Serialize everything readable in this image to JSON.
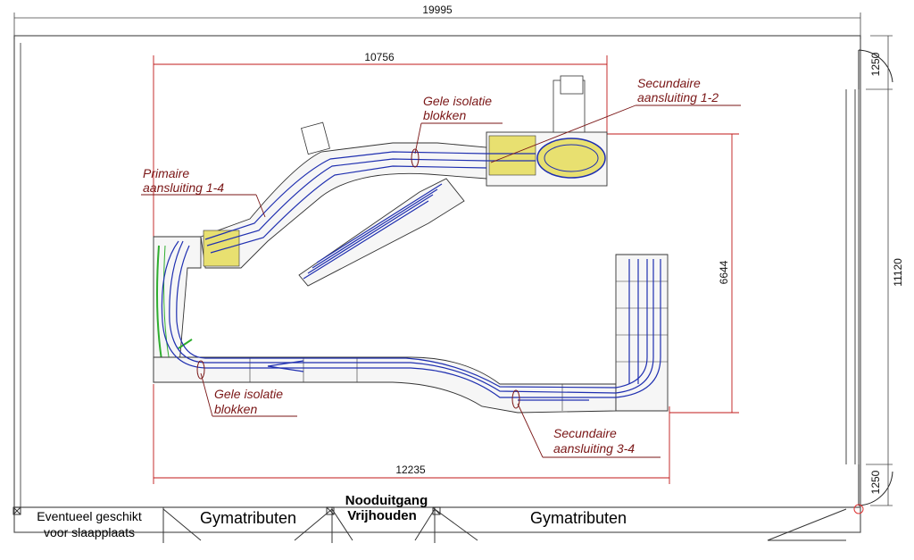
{
  "dimensions": {
    "room_width": "19995",
    "layout_top_width": "10756",
    "layout_bottom_width": "12235",
    "layout_height": "6644",
    "room_height": "11120",
    "door_top": "1250",
    "door_bottom": "1250"
  },
  "callouts": {
    "primary_connection": [
      "Primaire",
      "aansluiting 1-4"
    ],
    "yellow_blocks_top": [
      "Gele isolatie",
      "blokken"
    ],
    "secondary_connection_12": [
      "Secundaire",
      "aansluiting 1-2"
    ],
    "yellow_blocks_bottom": [
      "Gele isolatie",
      "blokken"
    ],
    "secondary_connection_34": [
      "Secundaire",
      "aansluiting 3-4"
    ]
  },
  "bottom_strip": {
    "sleeping_area": [
      "Eventueel geschikt",
      "voor slaapplaats"
    ],
    "gym_left": "Gymatributen",
    "emergency_exit": [
      "Nooduitgang",
      "Vrijhouden"
    ],
    "gym_right": "Gymatributen"
  },
  "colors": {
    "track": "#1f2fb0",
    "outline": "#333333",
    "dimension_line": "#c01818",
    "callout_text": "#7a1616",
    "green_scenery": "#2fae2f",
    "yellow_block": "#e8e070"
  }
}
